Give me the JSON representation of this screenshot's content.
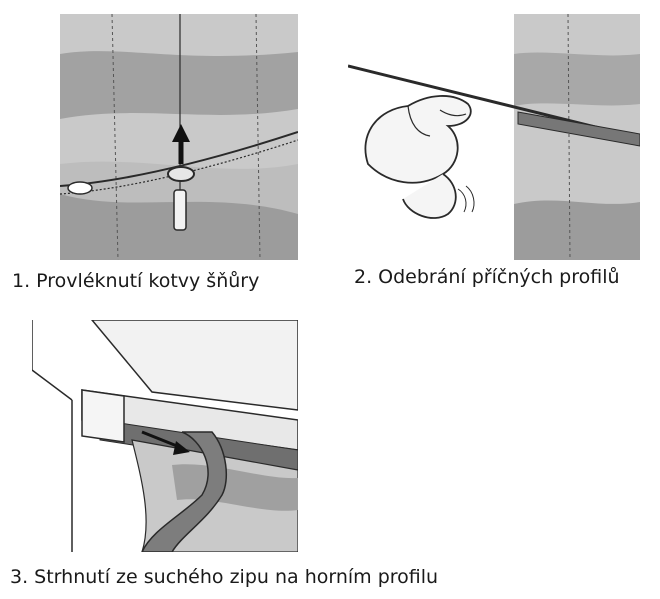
{
  "steps": [
    {
      "caption": "1. Provléknutí kotvy šňůry"
    },
    {
      "caption": "2. Odebrání příčných profilů"
    },
    {
      "caption": "3. Strhnutí ze suchého zipu na horním profilu"
    }
  ],
  "colors": {
    "fabric_light": "#c9c9c9",
    "fabric_dark": "#9a9a9a",
    "fabric_mid": "#b3b3b3",
    "outline": "#2a2a2a",
    "rail_dark": "#6f6f6f"
  }
}
